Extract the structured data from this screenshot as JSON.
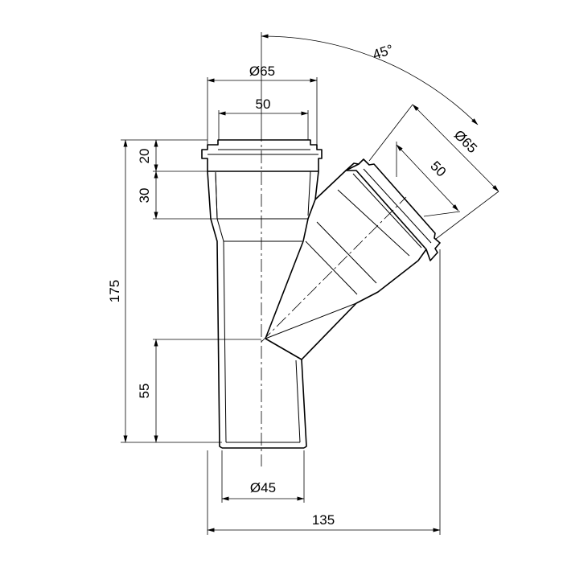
{
  "labels": {
    "angle": "45°",
    "outer_diameter_top": "Ø65",
    "socket_inner_top": "50",
    "outer_diameter_branch": "Ø65",
    "socket_inner_branch": "50",
    "height_20": "20",
    "height_30": "30",
    "height_175": "175",
    "height_55": "55",
    "diameter_bottom": "Ø45",
    "width_135": "135"
  }
}
